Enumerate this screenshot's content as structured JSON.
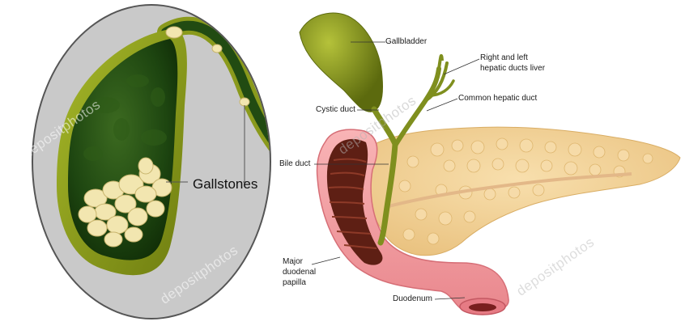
{
  "labels": {
    "gallstones": "Gallstones",
    "gallbladder": "Gallbladder",
    "hepatic_ducts_line1": "Right and left",
    "hepatic_ducts_line2": "hepatic ducts liver",
    "common_hepatic_duct": "Common hepatic duct",
    "cystic_duct": "Cystic duct",
    "bile_duct": "Bile duct",
    "papilla_line1": "Major",
    "papilla_line2": "duodenal",
    "papilla_line3": "papilla",
    "duodenum": "Duodenum"
  },
  "watermark": "depositphotos",
  "colors": {
    "oval_fill": "#c9c9c9",
    "gallbladder_outer": "#8a9a1c",
    "gallbladder_inner": "#1f4a12",
    "stones": "#f2e6b0",
    "pancreas": "#f3d49c",
    "duodenum": "#f6a3a6",
    "duodenum_inner": "#5e1f14",
    "duct": "#7f8f1e"
  }
}
